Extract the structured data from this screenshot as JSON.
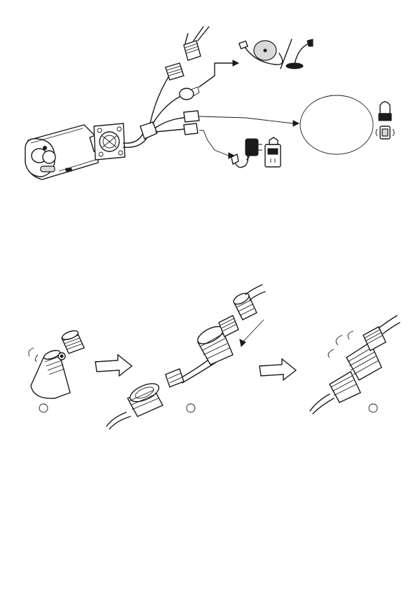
{
  "figure_1": {
    "name": "camera-cable-connection-diagram",
    "connections": [
      "microphone-audio",
      "network-poe",
      "alarm-io",
      "power-adapter"
    ]
  },
  "figure_2": {
    "name": "waterproof-connector-assembly-steps",
    "step_markers": [
      "",
      "",
      ""
    ]
  }
}
